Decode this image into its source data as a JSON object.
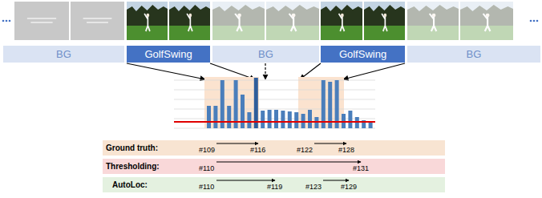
{
  "diagram": {
    "nodes": [
      {
        "text": [
          "BG"
        ]
      },
      {
        "text": [
          "GolfSwing"
        ]
      },
      {
        "text": [
          "BG"
        ]
      },
      {
        "text": [
          "GolfSwing"
        ]
      },
      {
        "text": [
          "BG"
        ]
      },
      {
        "text": [
          "Ground truth:",
          "#109",
          "#116",
          "#122",
          "#128"
        ]
      },
      {
        "text": [
          "Thresholding:",
          "#110",
          "#131"
        ]
      },
      {
        "text": [
          "AutoLoc:",
          "#110",
          "#119",
          "#123",
          "#129"
        ]
      }
    ]
  }
}
